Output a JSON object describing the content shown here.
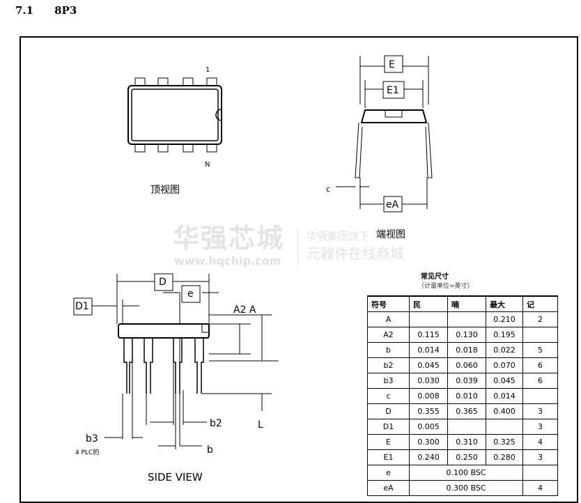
{
  "heading": {
    "number": "7.1",
    "title": "8P3"
  },
  "top_view": {
    "pin1": "1",
    "pinN": "N",
    "caption": "顶视图"
  },
  "end_view": {
    "E": "E",
    "E1": "E1",
    "c": "c",
    "eA": "eA",
    "caption": "端视图"
  },
  "side_view": {
    "D": "D",
    "D1": "D1",
    "e": "e",
    "A2A": "A2 A",
    "b3": "b3",
    "plc": "4 PLC的",
    "b2": "b2",
    "b": "b",
    "L": "L",
    "caption": "SIDE VIEW"
  },
  "watermark": {
    "brand": "华强芯城",
    "url": "www.hqchip.com",
    "line1": "华强集团旗下",
    "line2": "元器件在线商城"
  },
  "table": {
    "title": "常见尺寸",
    "subtitle": "（计量单位=英寸）",
    "headers": [
      "符号",
      "民",
      "喃",
      "最大",
      "记"
    ],
    "rows": [
      [
        "A",
        "",
        "",
        "0.210",
        "2"
      ],
      [
        "A2",
        "0.115",
        "0.130",
        "0.195",
        ""
      ],
      [
        "b",
        "0.014",
        "0.018",
        "0.022",
        "5"
      ],
      [
        "b2",
        "0.045",
        "0.060",
        "0.070",
        "6"
      ],
      [
        "b3",
        "0.030",
        "0.039",
        "0.045",
        "6"
      ],
      [
        "c",
        "0.008",
        "0.010",
        "0.014",
        ""
      ],
      [
        "D",
        "0.355",
        "0.365",
        "0.400",
        "3"
      ],
      [
        "D1",
        "0.005",
        "",
        "",
        "3"
      ],
      [
        "E",
        "0.300",
        "0.310",
        "0.325",
        "4"
      ],
      [
        "E1",
        "0.240",
        "0.250",
        "0.280",
        "3"
      ]
    ],
    "span_rows": [
      [
        "e",
        "0.100 BSC",
        ""
      ],
      [
        "eA",
        "0.300 BSC",
        "4"
      ]
    ]
  }
}
